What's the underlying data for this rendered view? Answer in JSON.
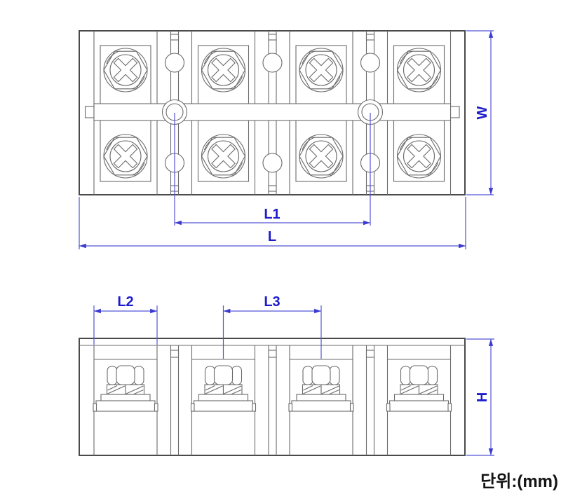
{
  "drawing": {
    "kind": "terminal-block dimension drawing",
    "unit_note": "단위:(mm)"
  },
  "labels": {
    "l": "L",
    "l1": "L1",
    "l2": "L2",
    "l3": "L3",
    "w": "W",
    "h": "H"
  },
  "structure": {
    "top_view": {
      "terminal_columns": 4,
      "screws": 8,
      "mounting_holes": 2,
      "divider_circles": 6
    },
    "side_view": {
      "terminals": 4,
      "nuts": 4
    }
  },
  "colors": {
    "outline": "#6a6a6a",
    "outline_heavy": "#4a4a4a",
    "dimension_line": "#5353d6",
    "dimension_text": "#1c1ccd",
    "unit_text": "#141414"
  }
}
